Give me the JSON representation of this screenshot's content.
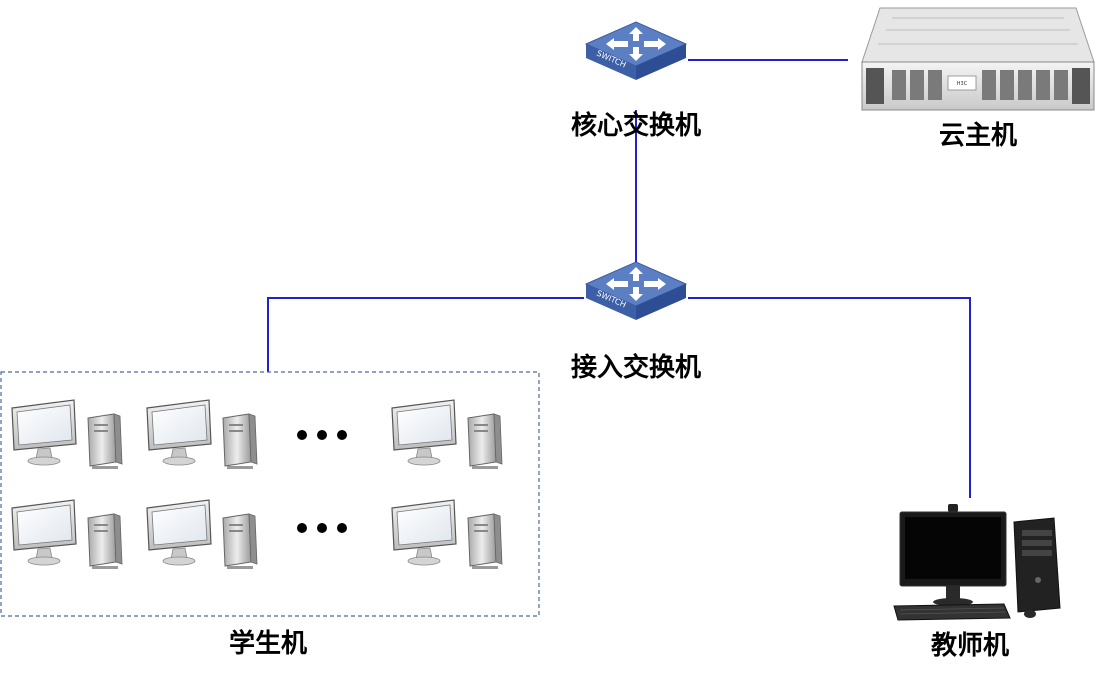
{
  "colors": {
    "link": "#2222cc",
    "switch_top": "#5c7fc4",
    "switch_side": "#2d4d94",
    "group_border": "#4a6a9a"
  },
  "nodes": {
    "core_switch": {
      "label": "核心交换机",
      "device_text": "SWITCH",
      "icon": "network-switch-icon"
    },
    "access_switch": {
      "label": "接入交换机",
      "device_text": "SWITCH",
      "icon": "network-switch-icon"
    },
    "cloud_host": {
      "label": "云主机",
      "brand": "H3C",
      "icon": "rack-server-icon"
    },
    "students": {
      "label": "学生机",
      "icon": "student-pc-icon"
    },
    "teacher": {
      "label": "教师机",
      "icon": "desktop-computer-icon"
    }
  }
}
